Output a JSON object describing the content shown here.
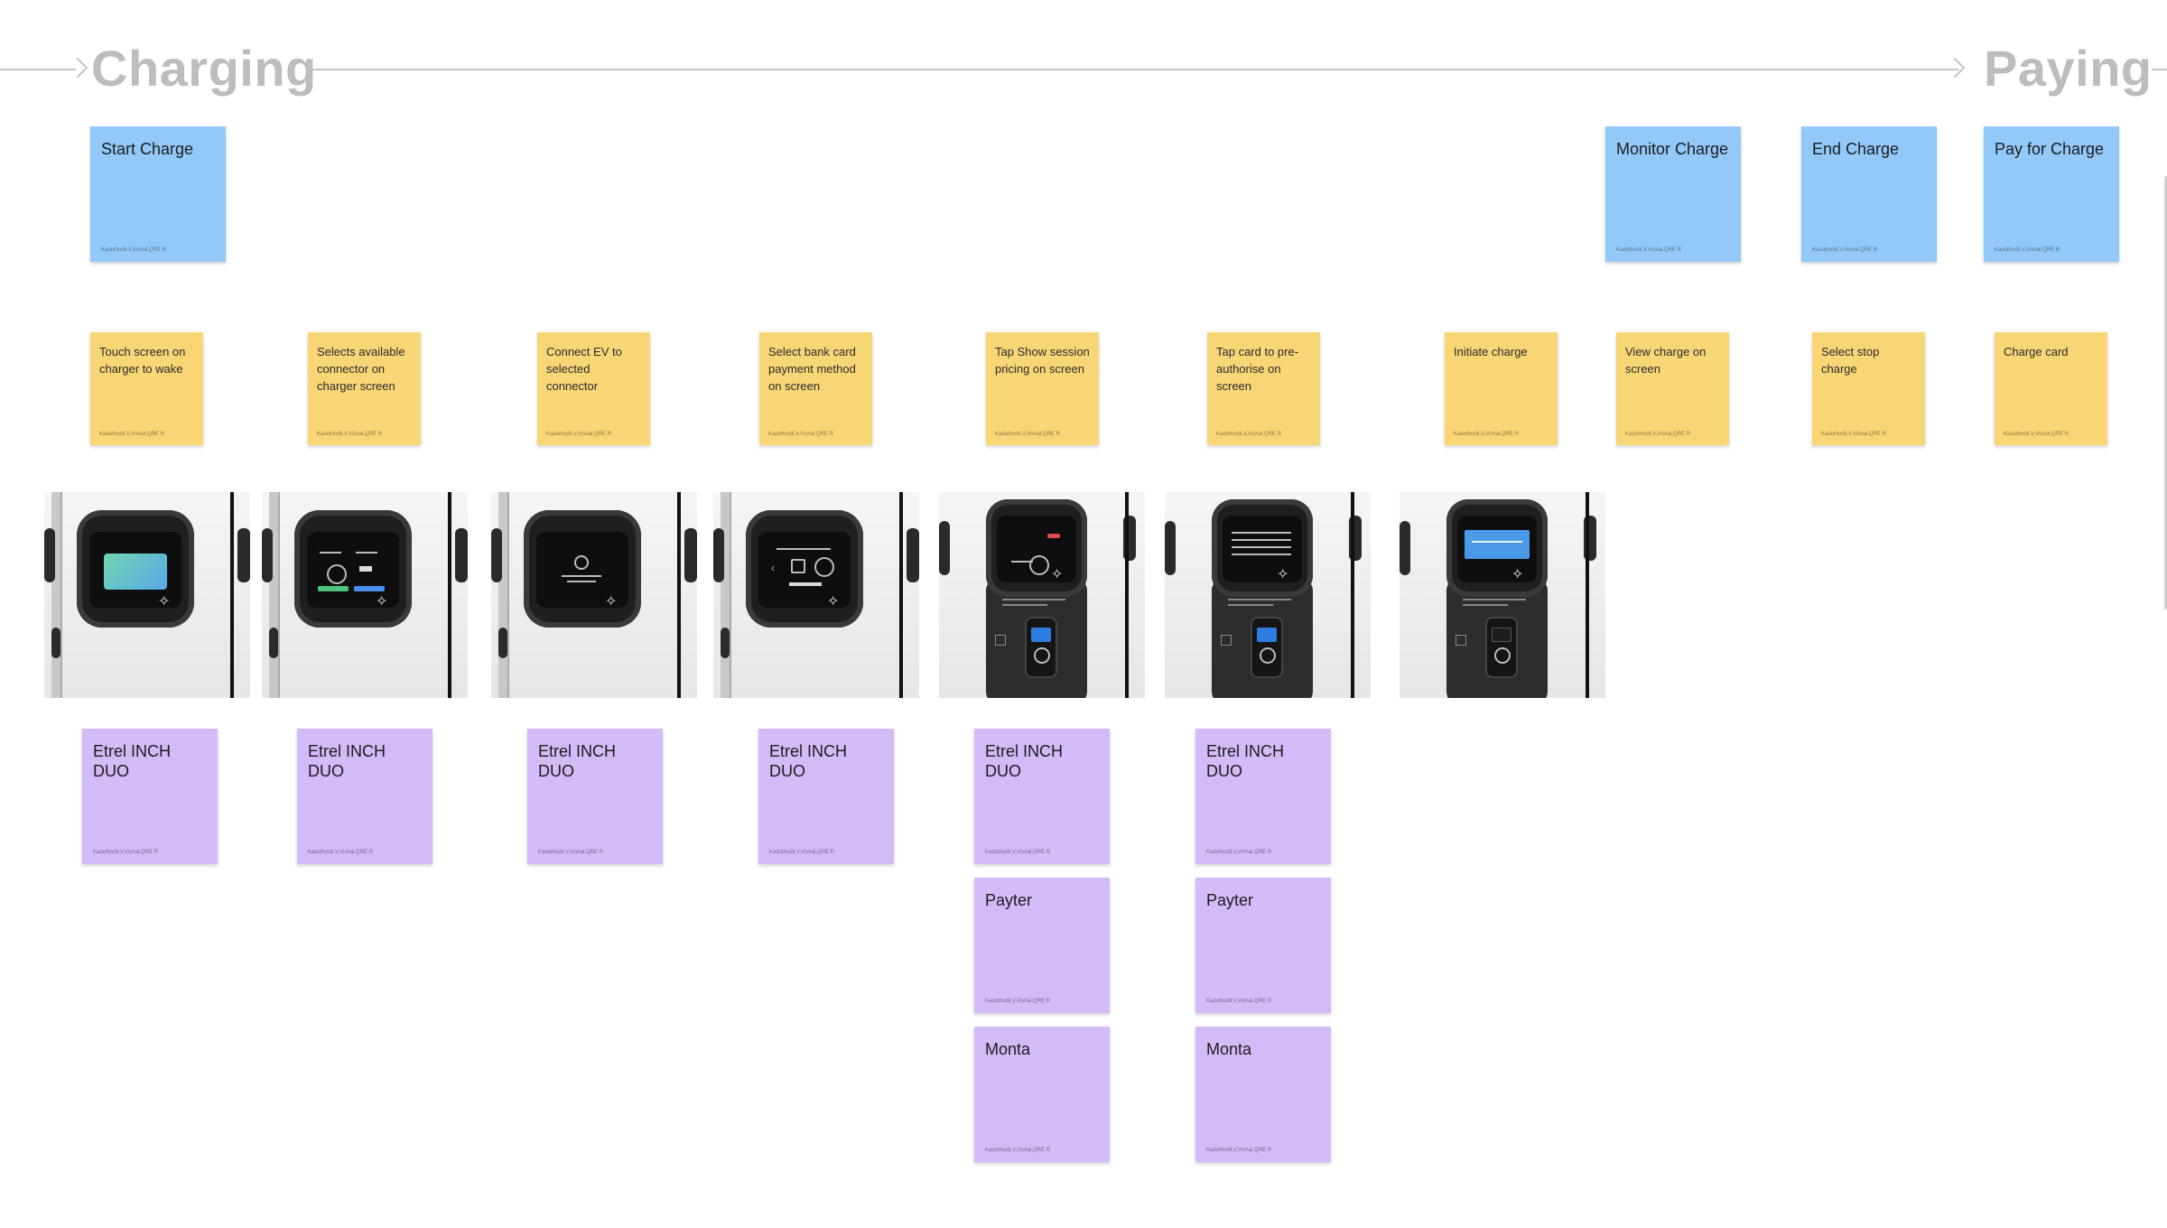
{
  "phases": {
    "charging": "Charging",
    "paying": "Paying"
  },
  "author": "Kaduthodil,V,Vishal,QRE R",
  "steps": [
    {
      "title": "Start Charge"
    },
    {
      "title": "Monitor Charge"
    },
    {
      "title": "End Charge"
    },
    {
      "title": "Pay for Charge"
    }
  ],
  "actions": [
    {
      "text": "Touch screen on charger to wake"
    },
    {
      "text": "Selects available connector on charger screen"
    },
    {
      "text": "Connect EV to selected connector"
    },
    {
      "text": "Select bank card payment method on screen"
    },
    {
      "text": "Tap Show session pricing on screen"
    },
    {
      "text": "Tap card to pre-authorise on screen"
    },
    {
      "text": "Initiate charge"
    },
    {
      "text": "View charge on screen"
    },
    {
      "text": "Select stop charge"
    },
    {
      "text": "Charge card"
    }
  ],
  "screens": [
    {
      "icon": "charger-screen-wake"
    },
    {
      "icon": "charger-screen-connector-select"
    },
    {
      "icon": "charger-screen-connect-ev"
    },
    {
      "icon": "charger-screen-payment-method"
    },
    {
      "icon": "charger-terminal-session-pricing"
    },
    {
      "icon": "charger-terminal-pre-authorise"
    },
    {
      "icon": "charger-terminal-initiate"
    }
  ],
  "touchpoints": [
    {
      "label": "Etrel INCH DUO"
    },
    {
      "label": "Etrel INCH DUO"
    },
    {
      "label": "Etrel INCH DUO"
    },
    {
      "label": "Etrel INCH DUO"
    },
    {
      "label": "Etrel INCH DUO"
    },
    {
      "label": "Payter"
    },
    {
      "label": "Monta"
    },
    {
      "label": "Etrel INCH DUO"
    },
    {
      "label": "Payter"
    },
    {
      "label": "Monta"
    }
  ],
  "colors": {
    "step": "#92c9f9",
    "action": "#f8d676",
    "touchpoint": "#d3bbf8",
    "phase_text": "#bdbdbd"
  }
}
